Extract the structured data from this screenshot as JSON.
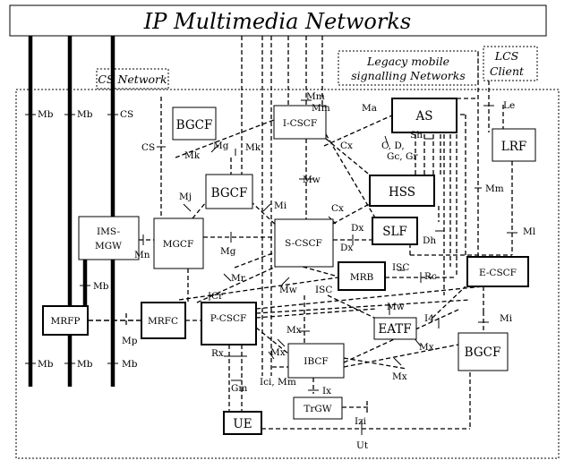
{
  "title": "IP Multimedia Networks",
  "regions": {
    "cs_network": "CS Network",
    "legacy_line1": "Legacy mobile",
    "legacy_line2": "signalling Networks",
    "lcs_line1": "LCS",
    "lcs_line2": "Client"
  },
  "nodes": {
    "bgcf_top": "BGCF",
    "icscf": "I-CSCF",
    "as": "AS",
    "lrf": "LRF",
    "bgcf_mid": "BGCF",
    "hss": "HSS",
    "ims_mgw_1": "IMS-",
    "ims_mgw_2": "MGW",
    "mgcf": "MGCF",
    "scscf": "S-CSCF",
    "slf": "SLF",
    "mrb": "MRB",
    "ecscf": "E-CSCF",
    "mrfp": "MRFP",
    "mrfc": "MRFC",
    "pcscf": "P-CSCF",
    "eatf": "EATF",
    "bgcf_bottom": "BGCF",
    "ibcf": "IBCF",
    "trgw": "TrGW",
    "ue": "UE"
  },
  "interfaces": {
    "mb1": "Mb",
    "mb2": "Mb",
    "cs1": "CS",
    "mm1": "Mm",
    "mm2": "Mm",
    "ma": "Ma",
    "le": "Le",
    "sh": "Sh",
    "cs2": "CS",
    "mg1": "Mg",
    "mk1": "Mk",
    "mk2": "Mk",
    "cx1": "Cx",
    "cdgcgr_1": "C, D,",
    "cdgcgr_2": "Gc, Gr",
    "mw1": "Mw",
    "mm3": "Mm",
    "mj": "Mj",
    "mi1": "Mi",
    "cx2": "Cx",
    "dx1": "Dx",
    "ml": "Ml",
    "mn": "Mn",
    "mg2": "Mg",
    "dx2": "Dx",
    "dh": "Dh",
    "mb3": "Mb",
    "mr": "Mr",
    "isc1": "ISC",
    "rc": "Rc",
    "cr": "Cr",
    "mw2": "Mw",
    "isc2": "ISC",
    "mw3": "Mw",
    "i4": "I4",
    "mi2": "Mi",
    "mp": "Mp",
    "mx1": "Mx",
    "mx2": "Mx",
    "rx": "Rx",
    "mx3": "Mx",
    "mb4": "Mb",
    "mb5": "Mb",
    "mb6": "Mb",
    "mx4": "Mx",
    "ici_mm": "Ici, Mm",
    "ix": "Ix",
    "gm": "Gm",
    "izi": "Izi",
    "ut": "Ut"
  }
}
